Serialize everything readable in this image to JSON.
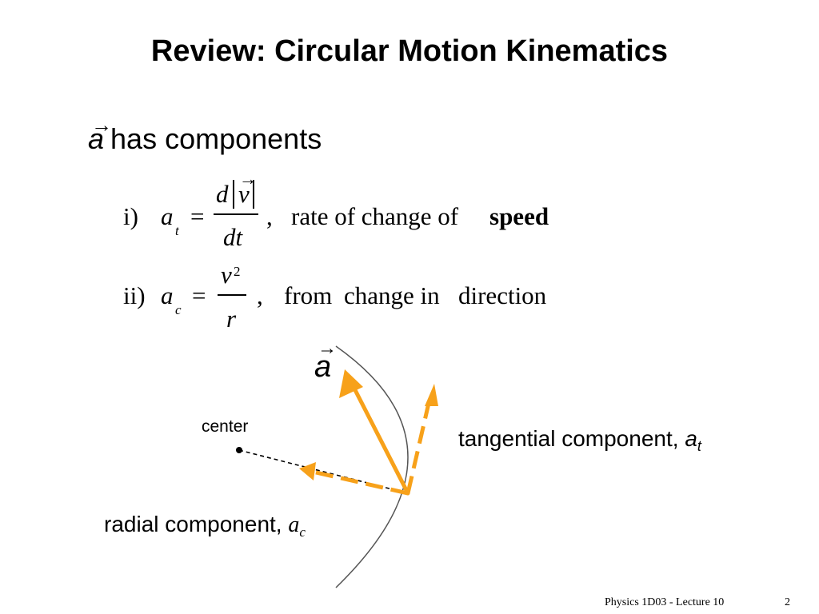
{
  "slide": {
    "title": "Review: Circular Motion Kinematics",
    "intro_symbol": "a",
    "intro_text": "has components"
  },
  "equations": {
    "i": {
      "label": "i)",
      "lhs_symbol": "a",
      "lhs_subscript": "t",
      "equals": "=",
      "numerator_d": "d",
      "numerator_v": "v",
      "denominator": "dt",
      "comma": ",",
      "description": "rate of change of",
      "description_bold": "speed"
    },
    "ii": {
      "label": "ii)",
      "lhs_symbol": "a",
      "lhs_subscript": "c",
      "equals": "=",
      "numerator": "v",
      "numerator_power": "2",
      "denominator": "r",
      "comma": ",",
      "description_1": "from",
      "description_2": "change in",
      "description_3": "direction"
    }
  },
  "diagram": {
    "acceleration_symbol": "a",
    "center_label": "center",
    "tangential_label": "tangential component,",
    "tangential_symbol": "a",
    "tangential_subscript": "t",
    "radial_label": "radial component,",
    "radial_symbol": "a",
    "radial_subscript": "c",
    "colors": {
      "vector": "#f7a11a",
      "circle": "#555555",
      "radius": "#000000"
    }
  },
  "footer": {
    "course": "Physics 1D03 - Lecture 10",
    "page_number": "2"
  }
}
